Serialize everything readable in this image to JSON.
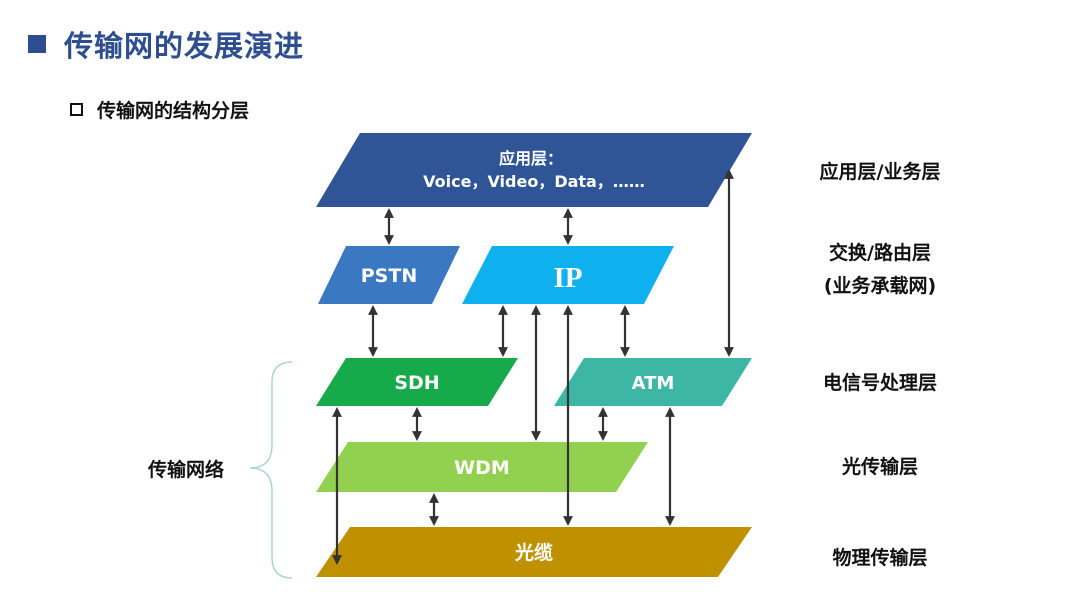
{
  "title": "传输网的发展演进",
  "subtitle": "传输网的结构分层",
  "layers": {
    "app": {
      "line1": "应用层：",
      "line2": "Voice，Video，Data，……",
      "color": "#2f5597"
    },
    "pstn": {
      "label": "PSTN",
      "color": "#3a78c1"
    },
    "ip": {
      "label": "IP",
      "color": "#0eb0ee"
    },
    "sdh": {
      "label": "SDH",
      "color": "#17aa4a"
    },
    "atm": {
      "label": "ATM",
      "color": "#3db6a6"
    },
    "wdm": {
      "label": "WDM",
      "color": "#92d050"
    },
    "cable": {
      "label": "光缆",
      "color": "#bf9000"
    }
  },
  "right_labels": {
    "app": "应用层/业务层",
    "switch_line1": "交换/路由层",
    "switch_line2": "(业务承载网)",
    "electric": "电信号处理层",
    "optical": "光传输层",
    "physical": "物理传输层"
  },
  "side_label": "传输网络",
  "colors": {
    "title": "#2f4d91",
    "arrow": "#333333",
    "brace": "#a8d8cc"
  }
}
